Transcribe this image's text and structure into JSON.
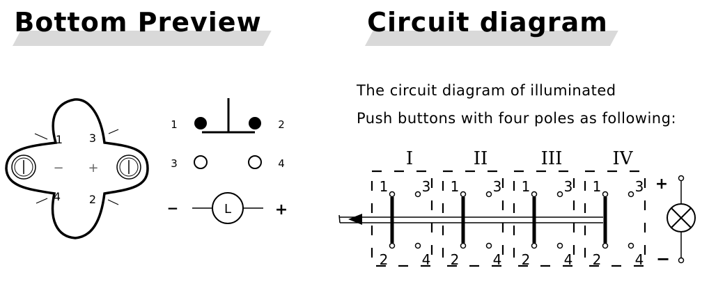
{
  "titles": {
    "bottom_preview": "Bottom Preview",
    "circuit_diagram": "Circuit diagram"
  },
  "description": {
    "line1": "The circuit diagram of  illuminated",
    "line2": "Push buttons with four poles as following:"
  },
  "bottom_view": {
    "pin_labels": [
      "1",
      "3",
      "4",
      "2"
    ],
    "minus": "−",
    "plus": "+"
  },
  "legend": {
    "pin1": "1",
    "pin2": "2",
    "pin3": "3",
    "pin4": "4",
    "lamp": "L",
    "minus": "−",
    "plus": "+"
  },
  "circuit": {
    "pole_labels": [
      "I",
      "II",
      "III",
      "IV"
    ],
    "contact_top_left": "1",
    "contact_top_right": "3",
    "contact_bottom_left": "2",
    "contact_bottom_right": "4",
    "plus": "+",
    "minus": "−"
  },
  "colors": {
    "line": "#000000",
    "banner": "#d9d9d9"
  }
}
